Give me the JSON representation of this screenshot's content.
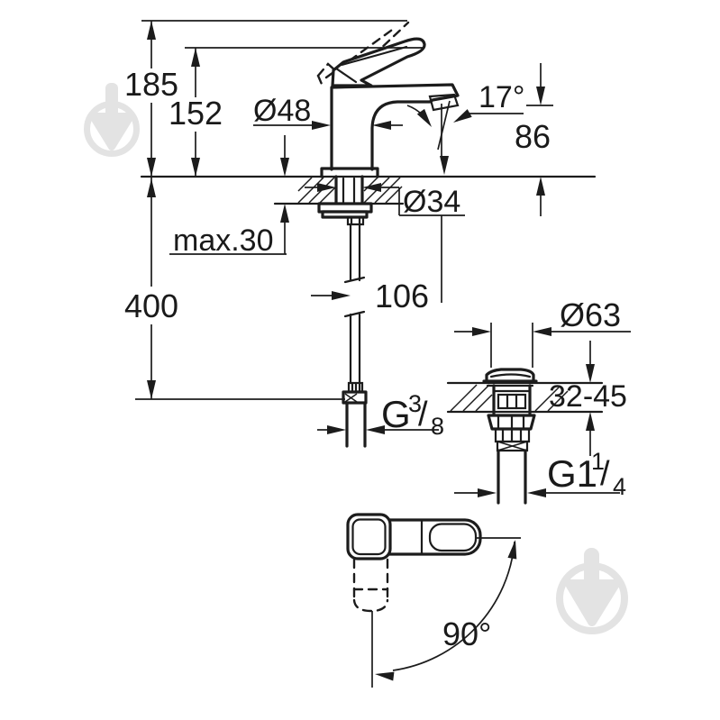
{
  "drawing": {
    "kind": "faucet-technical-dimension-drawing",
    "colors": {
      "line": "#1c1c1c",
      "background": "#ffffff",
      "watermark": "#e3e3e3"
    },
    "dimensions": {
      "overall_height": "185",
      "height_to_spout": "152",
      "body_diameter": "Ø48",
      "spray_angle": "17°",
      "spout_outlet_height": "86",
      "mounting_hole_diameter": "Ø34",
      "max_deck_thickness": "max.30",
      "supply_hose_length": "400",
      "supply_hose_offset": "106",
      "supply_thread": {
        "main": "G",
        "sup": "3",
        "slash": "/",
        "sub": "8"
      },
      "waste_cap_diameter": "Ø63",
      "basin_thickness_range": "32-45",
      "waste_thread": {
        "main": "G1",
        "sup": "1",
        "slash": "/",
        "sub": "4"
      },
      "handle_swivel_angle": "90°"
    },
    "watermark_icon": "trowel-in-circle-icon"
  }
}
